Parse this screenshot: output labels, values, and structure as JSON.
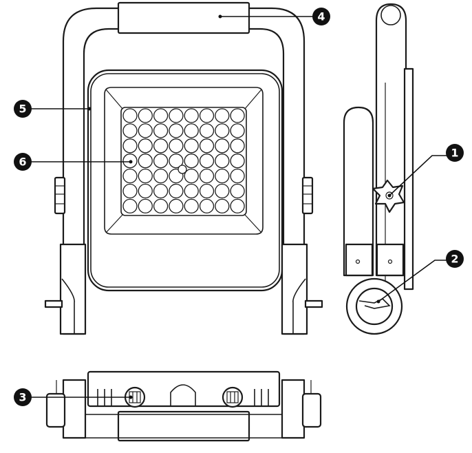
{
  "callouts": [
    {
      "id": "1",
      "label": "1"
    },
    {
      "id": "2",
      "label": "2"
    },
    {
      "id": "3",
      "label": "3"
    },
    {
      "id": "4",
      "label": "4"
    },
    {
      "id": "5",
      "label": "5"
    },
    {
      "id": "6",
      "label": "6"
    }
  ],
  "led_grid": {
    "rows": 7,
    "cols": 8
  },
  "views": [
    "front-view",
    "side-view",
    "bottom-view"
  ]
}
